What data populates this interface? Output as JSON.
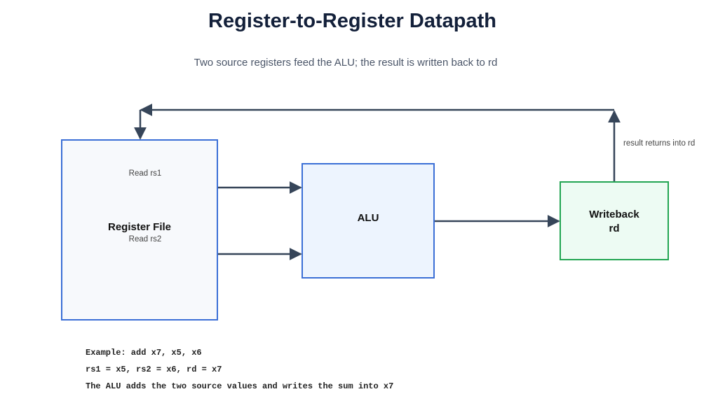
{
  "title": "Register-to-Register Datapath",
  "subtitle": "Two source registers feed the ALU; the result is written back to rd",
  "boxes": {
    "register_file": {
      "label": "Register File",
      "port1": "Read rs1",
      "port2": "Read rs2"
    },
    "alu": {
      "label": "ALU"
    },
    "writeback": {
      "line1": "Writeback",
      "line2": "rd"
    }
  },
  "feedback_label": "result returns into rd",
  "notes": [
    "Example: add x7, x5, x6",
    "rs1 = x5, rs2 = x6, rd = x7",
    "The ALU adds the two source values and writes the sum into x7"
  ],
  "colors": {
    "register_file_border": "#3b6fd6",
    "register_file_fill": "#f7f9fc",
    "alu_border": "#3b6fd6",
    "alu_fill": "#edf4fe",
    "writeback_border": "#22a552",
    "writeback_fill": "#edfbf3",
    "arrow": "#364559"
  }
}
